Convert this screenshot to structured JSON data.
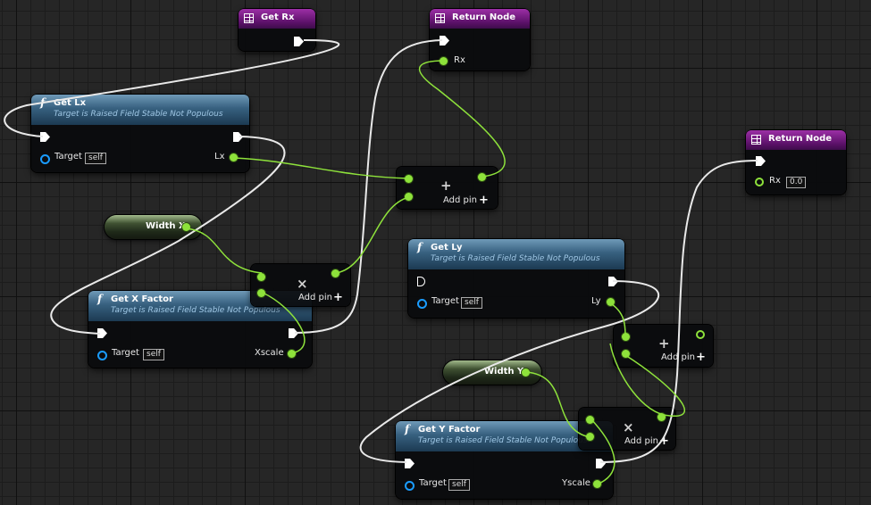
{
  "nodes": {
    "get_rx": {
      "title": "Get Rx"
    },
    "return_top": {
      "title": "Return Node",
      "pin": "Rx"
    },
    "return_right": {
      "title": "Return Node",
      "pin": "Rx",
      "value": "0.0"
    },
    "get_lx": {
      "title": "Get Lx",
      "subtitle": "Target is Raised Field Stable Not Populous",
      "target_label": "Target",
      "target_value": "self",
      "out_label": "Lx"
    },
    "get_x_factor": {
      "title": "Get X Factor",
      "subtitle": "Target is Raised Field Stable Not Populous",
      "target_label": "Target",
      "target_value": "self",
      "out_label": "Xscale"
    },
    "get_ly": {
      "title": "Get Ly",
      "subtitle": "Target is Raised Field Stable Not Populous",
      "target_label": "Target",
      "target_value": "self",
      "out_label": "Ly"
    },
    "get_y_factor": {
      "title": "Get Y Factor",
      "subtitle": "Target is Raised Field Stable Not Populous",
      "target_label": "Target",
      "target_value": "self",
      "out_label": "Yscale"
    },
    "width_x": {
      "label": "Width X"
    },
    "width_y": {
      "label": "Width Y"
    },
    "add_top": {
      "symbol": "+",
      "add_pin": "Add pin"
    },
    "mul_x": {
      "symbol": "×",
      "add_pin": "Add pin"
    },
    "add_right": {
      "symbol": "+",
      "add_pin": "Add pin"
    },
    "mul_y": {
      "symbol": "×",
      "add_pin": "Add pin"
    }
  },
  "colors": {
    "exec_wire": "#e9e9e9",
    "float_wire": "#8ee23b",
    "function_header": "#37607f",
    "return_header": "#6a1478",
    "variable": "#4a5f3a"
  },
  "icons": {
    "return": "grid-icon",
    "function": "function-icon",
    "exec": "exec-pin-icon",
    "data": "float-pin-icon",
    "object": "object-pin-icon"
  }
}
